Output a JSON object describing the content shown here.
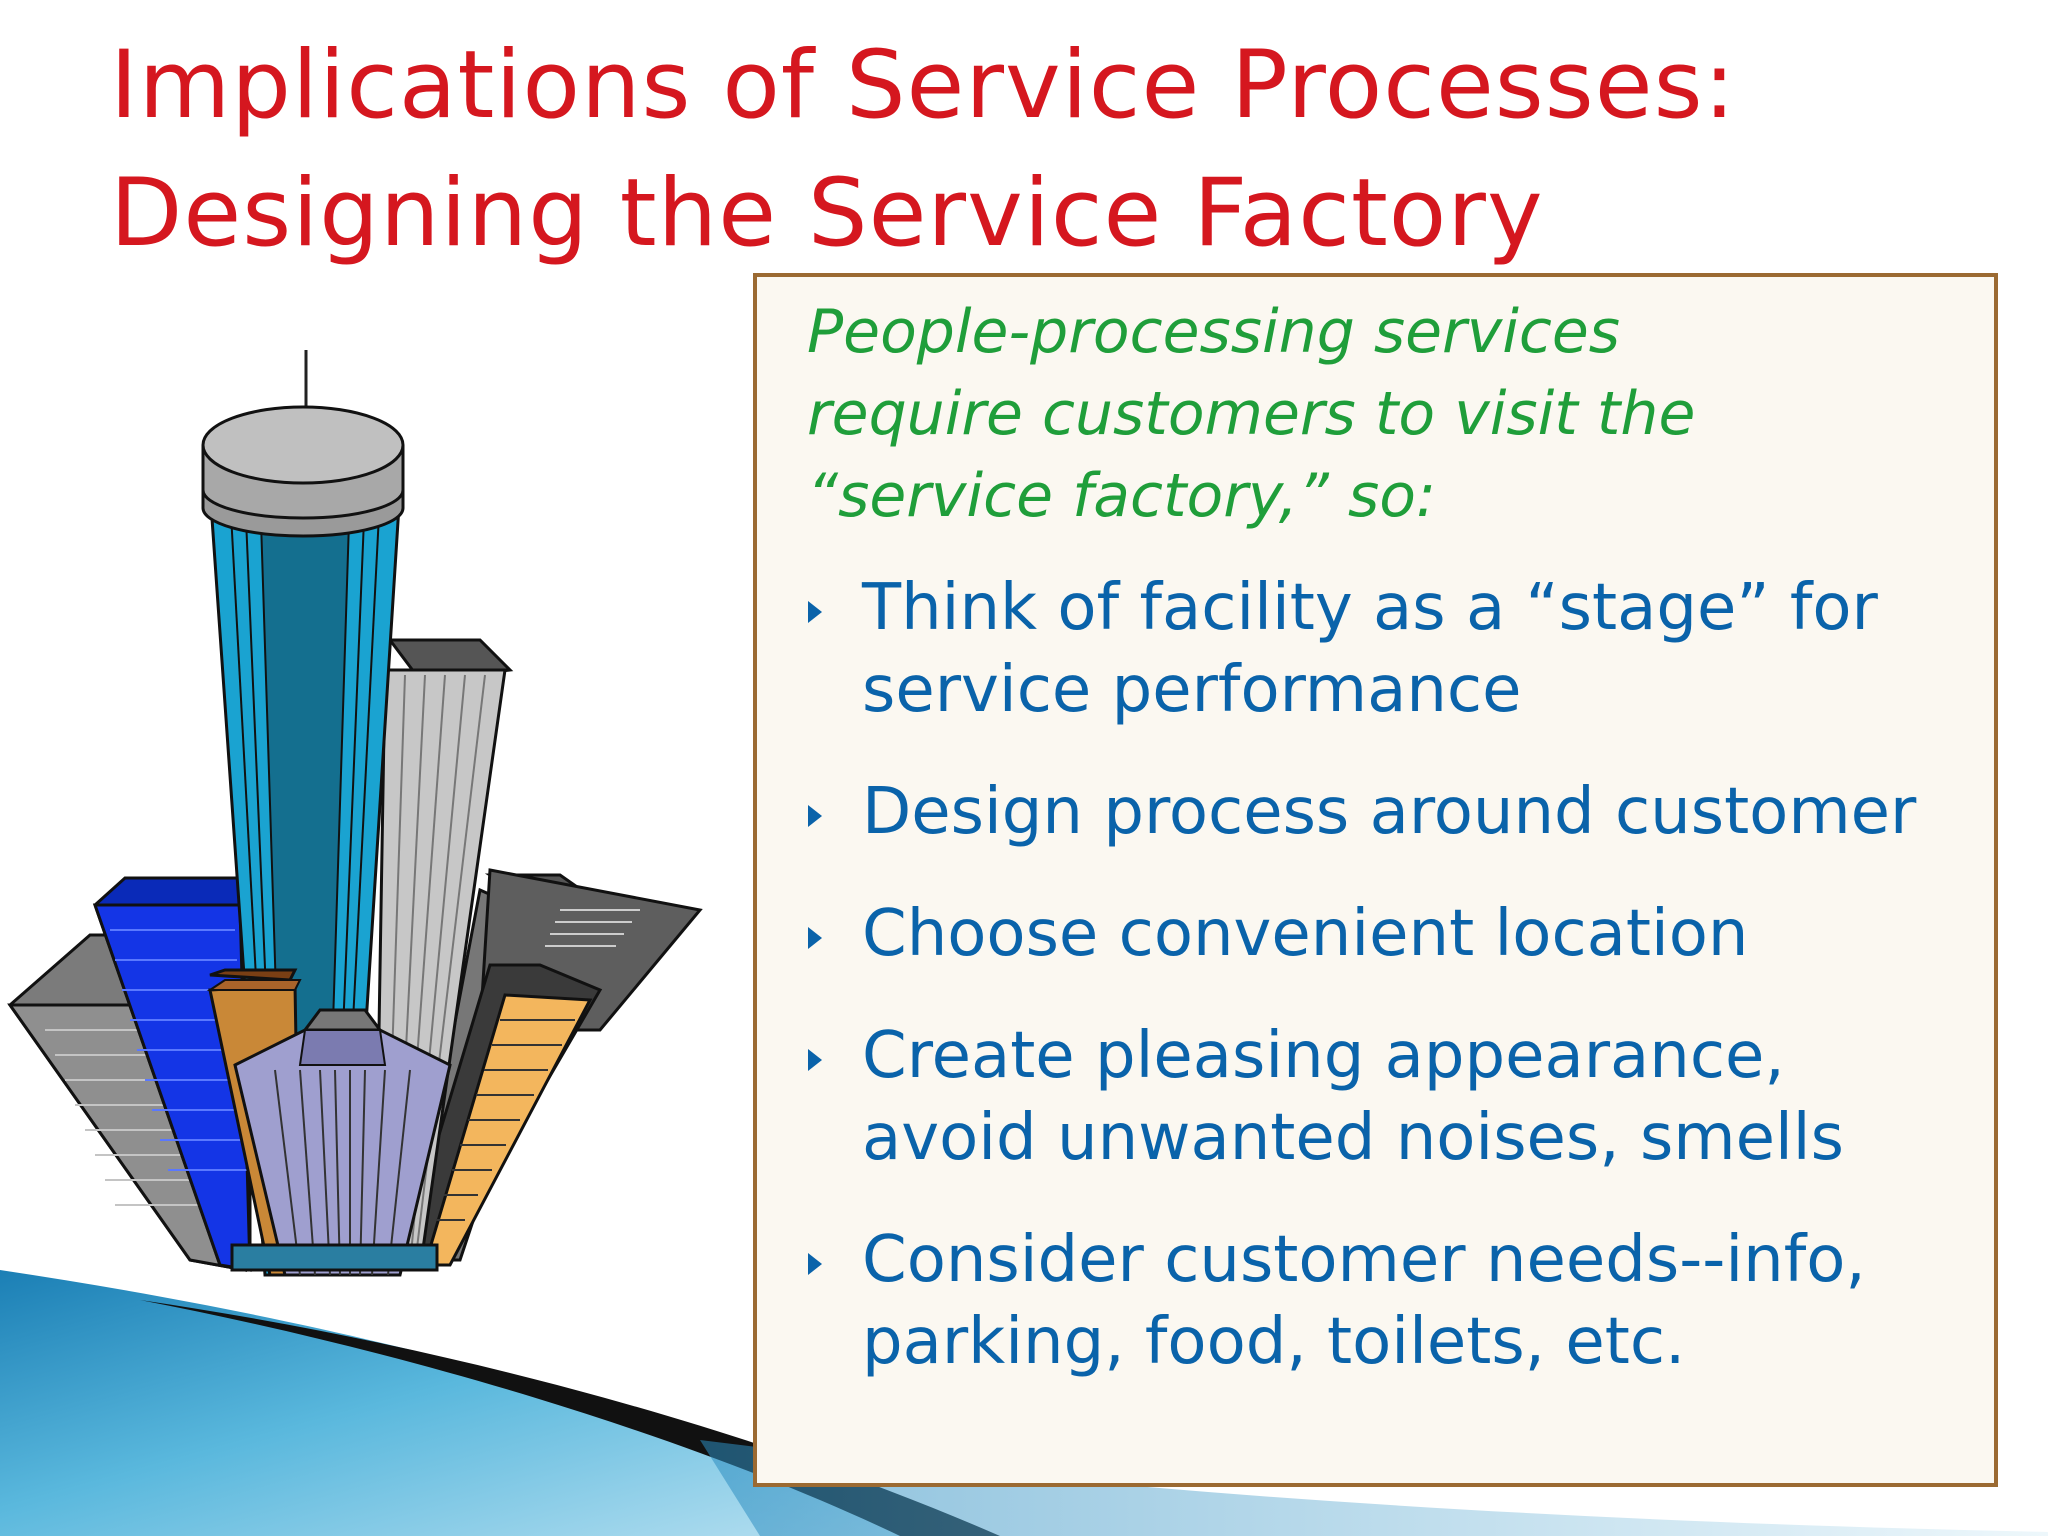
{
  "slide": {
    "title_lines": [
      "Implications of Service Processes:",
      "Designing the Service Factory"
    ],
    "intro_lines": [
      "People-processing services",
      "require customers to visit the",
      "“service factory,” so:"
    ],
    "bullets": [
      {
        "lines": [
          "Think of facility as a “stage” for",
          "service performance"
        ]
      },
      {
        "lines": [
          "Design process around customer"
        ]
      },
      {
        "lines": [
          "Choose convenient location"
        ]
      },
      {
        "lines": [
          "Create pleasing appearance,",
          "avoid unwanted noises, smells"
        ]
      },
      {
        "lines": [
          "Consider customer needs--info,",
          "parking, food, toilets, etc."
        ]
      }
    ]
  },
  "colors": {
    "title": "#d5171f",
    "intro": "#1f9e3a",
    "bullet_text": "#0a63aa",
    "box_border": "#9b6a32",
    "box_fill": "#fbf8f1",
    "wave": "#1f8fc2"
  },
  "icons": {
    "bullet": "triangle-right-icon",
    "illustration": "city-skyscrapers-clipart"
  }
}
